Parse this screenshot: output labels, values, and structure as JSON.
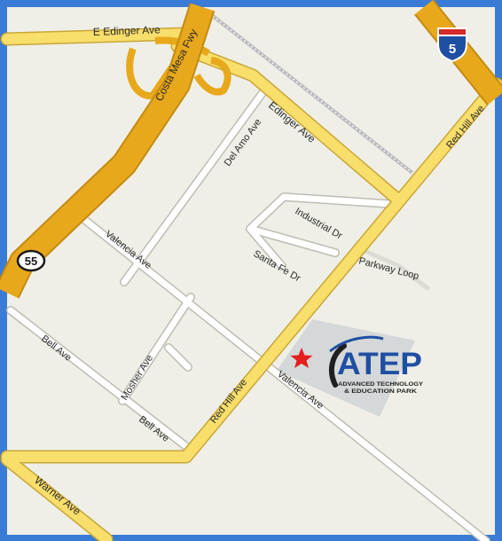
{
  "streets": {
    "e_edinger": "E Edinger Ave",
    "costa_mesa_fwy": "Costa Mesa Fwy",
    "edinger": "Edinger Ave",
    "del_amo": "Del Amo Ave",
    "red_hill_upper": "Red Hill Ave",
    "red_hill_lower": "Red Hill Ave",
    "industrial": "Industrial Dr",
    "santa_fe": "Santa Fe Dr",
    "parkway_loop": "Parkway Loop",
    "valencia_upper": "Valencia Ave",
    "valencia_lower": "Valencia Ave",
    "bell_upper": "Bell Ave",
    "bell_lower": "Bell Ave",
    "mosher": "Mosher Ave",
    "warner": "Warner Ave"
  },
  "shields": {
    "interstate": "5",
    "state_route": "55"
  },
  "logo": {
    "name": "ATEP",
    "line1": "ADVANCED TECHNOLOGY",
    "line2": "& EDUCATION PARK"
  },
  "colors": {
    "land": "#efefe7",
    "highway": "#e8a81c",
    "arterial": "#f8de6b",
    "local_street": "#ffffff",
    "campus": "#d5d8d8",
    "marker": "#e61e1e",
    "frame": "#3a7bd5"
  },
  "icons": {
    "marker": "star-icon",
    "interstate": "interstate-shield-icon",
    "state_route": "state-route-shield-icon"
  }
}
